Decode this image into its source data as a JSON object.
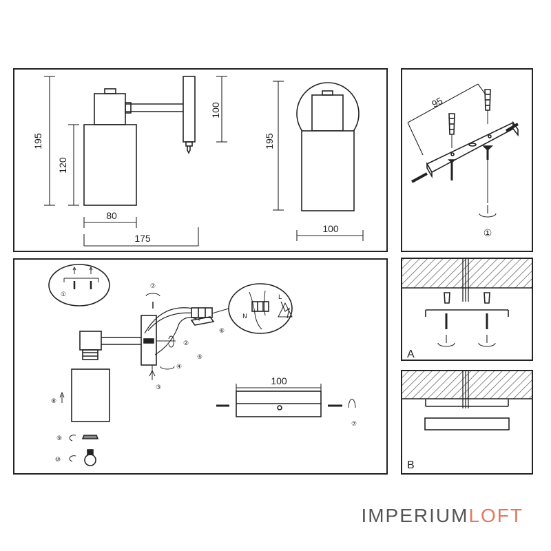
{
  "panel_front": {
    "dims": {
      "height_total": "195",
      "height_shade": "120",
      "shade_width": "80",
      "depth": "175",
      "backplate_height": "100"
    }
  },
  "panel_side": {
    "dims": {
      "height": "195",
      "width": "100"
    }
  },
  "panel_bracket": {
    "dims": {
      "spacing": "95"
    },
    "step": "①"
  },
  "panel_assembly": {
    "dims": {
      "backplate_width": "100"
    },
    "steps": [
      "①",
      "②",
      "③",
      "④",
      "⑤",
      "⑥",
      "⑦",
      "⑦",
      "⑧",
      "⑨",
      "⑩"
    ],
    "wiring": {
      "neutral": "N",
      "live": "L"
    }
  },
  "panel_a": {
    "label": "A"
  },
  "panel_b": {
    "label": "B"
  },
  "brand": {
    "part1": "IMPERIUM",
    "part2": "LOFT"
  },
  "colors": {
    "line": "#222222",
    "hatch": "#555555",
    "brand_gray": "#555555",
    "brand_accent": "#e07a5f"
  }
}
